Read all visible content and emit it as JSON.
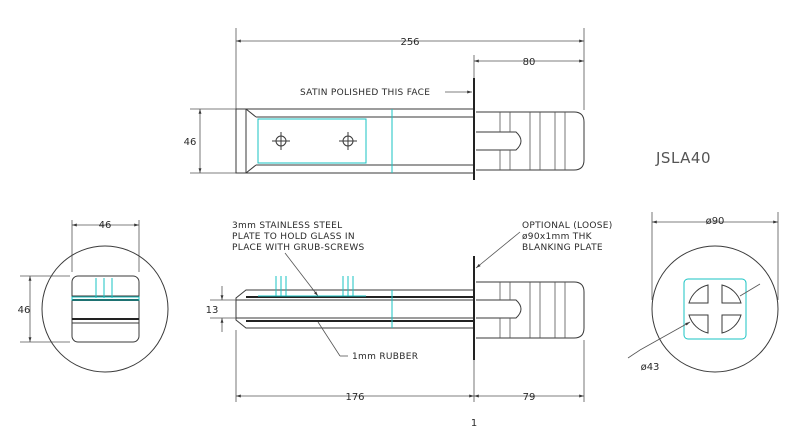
{
  "drawing": {
    "code": "JSLA40",
    "sheet": "1",
    "notes": {
      "satin": "SATIN POLISHED THIS FACE",
      "steel": [
        "3mm STAINLESS STEEL",
        "PLATE TO HOLD GLASS IN",
        "PLACE WITH GRUB-SCREWS"
      ],
      "optional": [
        "OPTIONAL (LOOSE)",
        "ø90x1mm THK",
        "BLANKING PLATE"
      ],
      "rubber": "1mm RUBBER"
    },
    "dims": {
      "top_total": "256",
      "top_tail": "80",
      "top_height": "46",
      "end_width": "46",
      "end_height": "46",
      "gap": "13",
      "front_body": "176",
      "front_tail": "79",
      "plate_dia": "ø90",
      "sq_dia": "ø43"
    }
  },
  "colors": {
    "line": "#3a3a3a",
    "accent": "#19c3c3"
  }
}
